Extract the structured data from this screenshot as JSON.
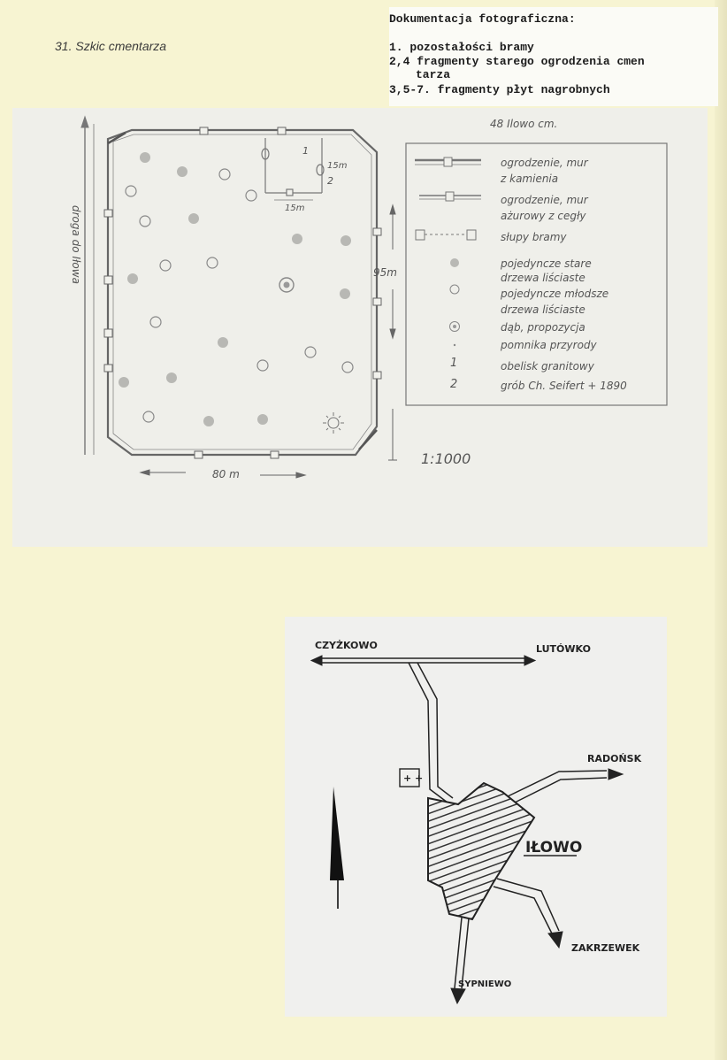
{
  "caption": "31. Szkic cmentarza",
  "documentation": {
    "heading": "Dokumentacja fotograficzna:",
    "items": [
      "1. pozostałości bramy",
      "2,4 fragmenty starego ogrodzenia cmen",
      "tarza",
      "3,5-7. fragmenty płyt nagrobnych"
    ]
  },
  "sketch": {
    "faint_note": "48 Ilowo cm.",
    "road_label": "droga do Iłowa",
    "dim_15m_vertical": "15m",
    "dim_15m_horizontal": "15m",
    "marker_1": "1",
    "marker_2": "2",
    "dim_95m": "95m",
    "dim_80m": "80 m",
    "scale": "1:1000",
    "legend": [
      {
        "line1": "ogrodzenie, mur",
        "line2": "z kamienia"
      },
      {
        "line1": "ogrodzenie, mur",
        "line2": "ażurowy z cegły"
      },
      {
        "line1": "słupy bramy",
        "line2": ""
      },
      {
        "line1": "pojedyncze stare",
        "line2": "drzewa liściaste"
      },
      {
        "line1": "pojedyncze młodsze",
        "line2": "drzewa liściaste"
      },
      {
        "line1": "dąb, propozycja",
        "line2": "pomnika przyrody"
      },
      {
        "line1": "obelisk granitowy",
        "line2": ""
      },
      {
        "line1": "grób Ch. Seifert + 1890",
        "line2": ""
      }
    ],
    "legend_nums": [
      "1",
      "2"
    ]
  },
  "location_map": {
    "places": {
      "czyzkowo": "CZYŻKOWO",
      "lutowko": "LUTÓWKO",
      "radonsk": "RADOŃSK",
      "ilowo": "IŁOWO",
      "zakrzewek": "ZAKRZEWEK",
      "sypniewo": "SYPNIEWO"
    },
    "cemetery_symbol": "+ +"
  }
}
